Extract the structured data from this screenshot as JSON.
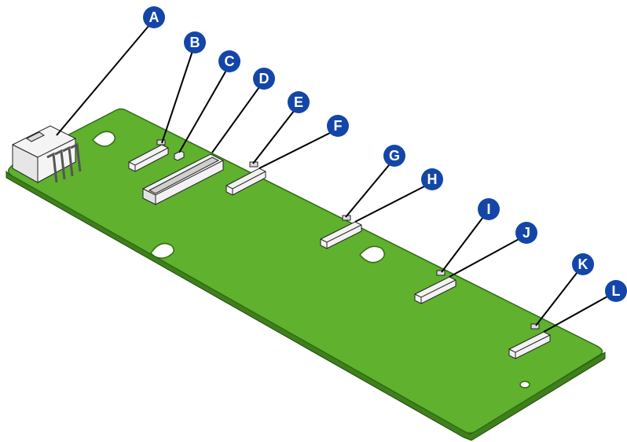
{
  "colors": {
    "board": "#5fb12e",
    "board_edge": "#2f6d14",
    "board_side": "#4a8f22",
    "callout_fill": "#1346a8",
    "callout_text": "#ffffff",
    "connector_body": "#f2f2f2",
    "connector_outline": "#222222",
    "leader_line": "#000000"
  },
  "callouts": [
    {
      "id": "A",
      "label": "A"
    },
    {
      "id": "B",
      "label": "B"
    },
    {
      "id": "C",
      "label": "C"
    },
    {
      "id": "D",
      "label": "D"
    },
    {
      "id": "E",
      "label": "E"
    },
    {
      "id": "F",
      "label": "F"
    },
    {
      "id": "G",
      "label": "G"
    },
    {
      "id": "H",
      "label": "H"
    },
    {
      "id": "I",
      "label": "I"
    },
    {
      "id": "J",
      "label": "J"
    },
    {
      "id": "K",
      "label": "K"
    },
    {
      "id": "L",
      "label": "L"
    }
  ]
}
